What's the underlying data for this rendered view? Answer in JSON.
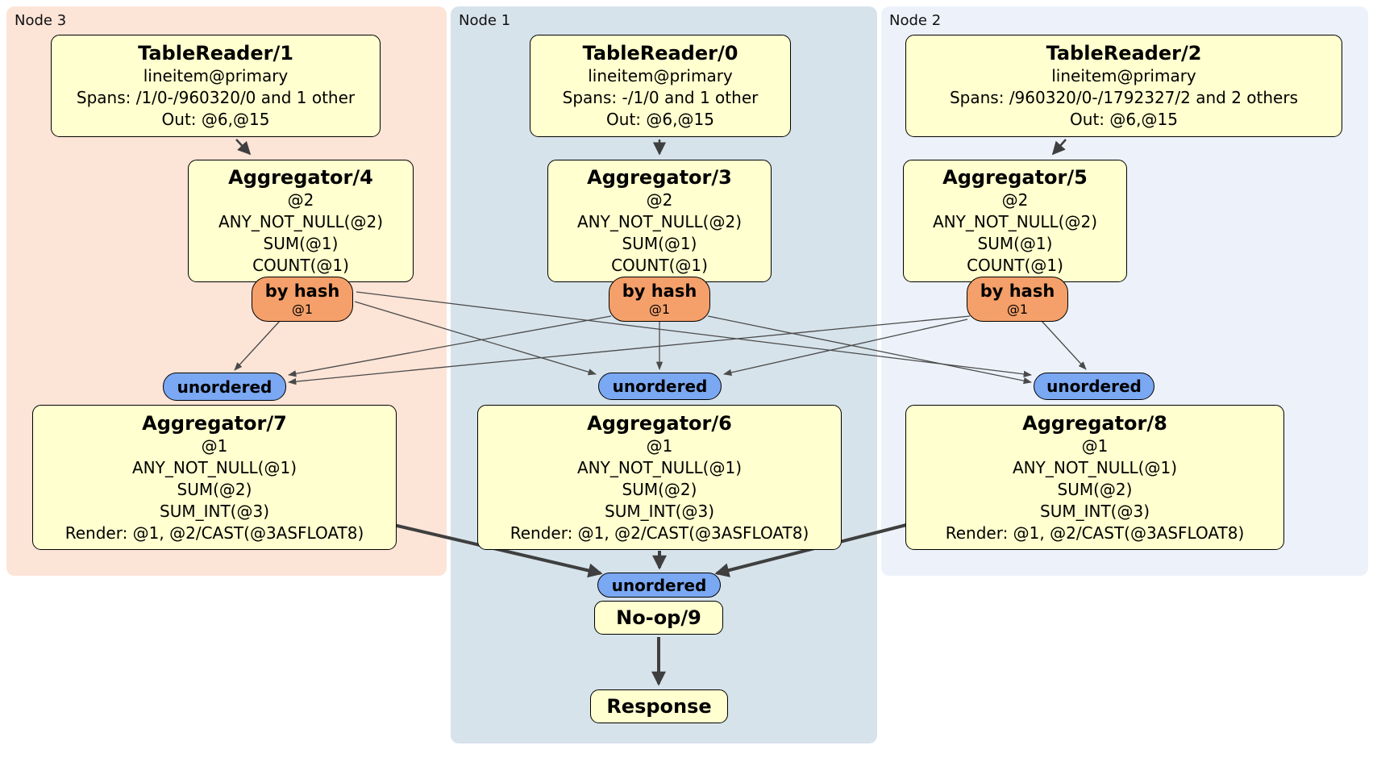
{
  "diagram": {
    "kind": "distributed SQL physical plan"
  },
  "regions": {
    "node3": {
      "label": "Node 3"
    },
    "node1": {
      "label": "Node 1"
    },
    "node2": {
      "label": "Node 2"
    }
  },
  "processors": {
    "tablereader1": {
      "title": "TableReader/1",
      "lines": [
        "lineitem@primary",
        "Spans: /1/0-/960320/0 and 1 other",
        "Out: @6,@15"
      ]
    },
    "tablereader0": {
      "title": "TableReader/0",
      "lines": [
        "lineitem@primary",
        "Spans: -/1/0 and 1 other",
        "Out: @6,@15"
      ]
    },
    "tablereader2": {
      "title": "TableReader/2",
      "lines": [
        "lineitem@primary",
        "Spans: /960320/0-/1792327/2 and 2 others",
        "Out: @6,@15"
      ]
    },
    "aggregator4": {
      "title": "Aggregator/4",
      "lines": [
        "@2",
        "ANY_NOT_NULL(@2)",
        "SUM(@1)",
        "COUNT(@1)"
      ]
    },
    "aggregator3": {
      "title": "Aggregator/3",
      "lines": [
        "@2",
        "ANY_NOT_NULL(@2)",
        "SUM(@1)",
        "COUNT(@1)"
      ]
    },
    "aggregator5": {
      "title": "Aggregator/5",
      "lines": [
        "@2",
        "ANY_NOT_NULL(@2)",
        "SUM(@1)",
        "COUNT(@1)"
      ]
    },
    "aggregator7": {
      "title": "Aggregator/7",
      "lines": [
        "@1",
        "ANY_NOT_NULL(@1)",
        "SUM(@2)",
        "SUM_INT(@3)",
        "Render: @1, @2/CAST(@3ASFLOAT8)"
      ]
    },
    "aggregator6": {
      "title": "Aggregator/6",
      "lines": [
        "@1",
        "ANY_NOT_NULL(@1)",
        "SUM(@2)",
        "SUM_INT(@3)",
        "Render: @1, @2/CAST(@3ASFLOAT8)"
      ]
    },
    "aggregator8": {
      "title": "Aggregator/8",
      "lines": [
        "@1",
        "ANY_NOT_NULL(@1)",
        "SUM(@2)",
        "SUM_INT(@3)",
        "Render: @1, @2/CAST(@3ASFLOAT8)"
      ]
    },
    "noop9": {
      "title": "No-op/9"
    },
    "response": {
      "title": "Response"
    }
  },
  "routers": {
    "byhash4": {
      "label": "by hash",
      "detail": "@1"
    },
    "byhash3": {
      "label": "by hash",
      "detail": "@1"
    },
    "byhash5": {
      "label": "by hash",
      "detail": "@1"
    }
  },
  "streams": {
    "unordered7": {
      "label": "unordered"
    },
    "unordered6": {
      "label": "unordered"
    },
    "unordered8": {
      "label": "unordered"
    },
    "unordered9": {
      "label": "unordered"
    }
  },
  "colors": {
    "node3_region": "#fce4d7",
    "node1_region": "#d7e3eb",
    "node2_region": "#edf2fa",
    "processor_fill": "#ffffcf",
    "router_fill": "#f5a06a",
    "sync_fill": "#7aa8f3",
    "edge": "#4a4a4a"
  }
}
